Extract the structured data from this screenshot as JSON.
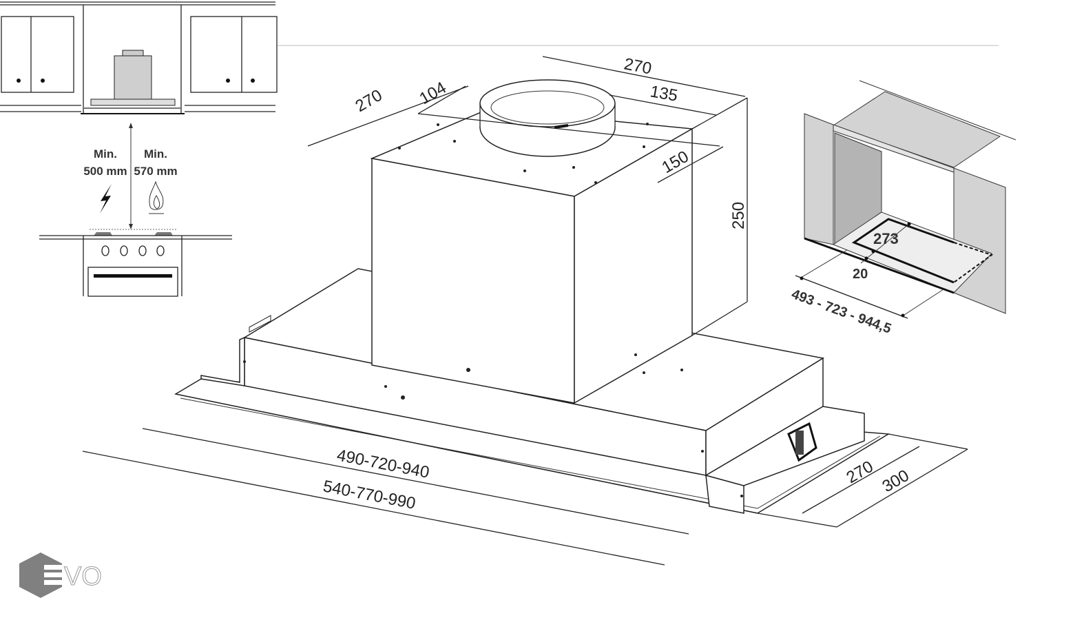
{
  "installation_inset": {
    "electric_label": "Min.",
    "electric_value": "500 mm",
    "gas_label": "Min.",
    "gas_value": "570 mm",
    "electric_icon": "lightning-icon",
    "gas_icon": "flame-icon"
  },
  "hood_dimensions": {
    "width_top": "270",
    "depth_top": "270",
    "collar_offset": "104",
    "collar_center_x": "135",
    "collar_center_y": "150",
    "height": "250",
    "cutout_width": "490-720-940",
    "total_width": "540-770-990",
    "cutout_depth": "270",
    "total_depth": "300"
  },
  "cabinet_cutout": {
    "depth": "273",
    "margin": "20",
    "width": "493 - 723 - 944,5"
  },
  "logo": {
    "text": "EVO"
  },
  "colors": {
    "line": "#222222",
    "panel_gray": "#cfcfcf",
    "logo_gray": "#808080"
  }
}
